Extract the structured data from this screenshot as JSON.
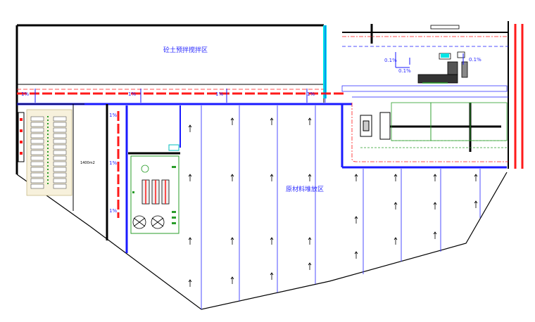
{
  "labels": {
    "concrete_zone": "砼土预拌搅拌区",
    "raw_material_zone": "原材料堆放区",
    "area_note": "1400m2",
    "slope_1": "1%",
    "slope_2": "1%",
    "slope_3": "1%",
    "slope_4": "1%",
    "slope_5": "1%",
    "slope_6": "1%",
    "slope_7": "1%",
    "grade_left": "0.1%",
    "grade_mid": "0.1%",
    "grade_right": "0.1%"
  },
  "colors": {
    "wall": "#000000",
    "drain_blue": "#1a1aff",
    "fire_red": "#ff1a1a",
    "divider_blue": "#3b3bff",
    "green": "#2a9d2a",
    "label_blue": "#2a2aff",
    "cyan": "#00e5e5",
    "beige": "#f7f1dc"
  },
  "icons": {
    "flow": "arrow-up-icon",
    "fan": "fan-icon"
  }
}
